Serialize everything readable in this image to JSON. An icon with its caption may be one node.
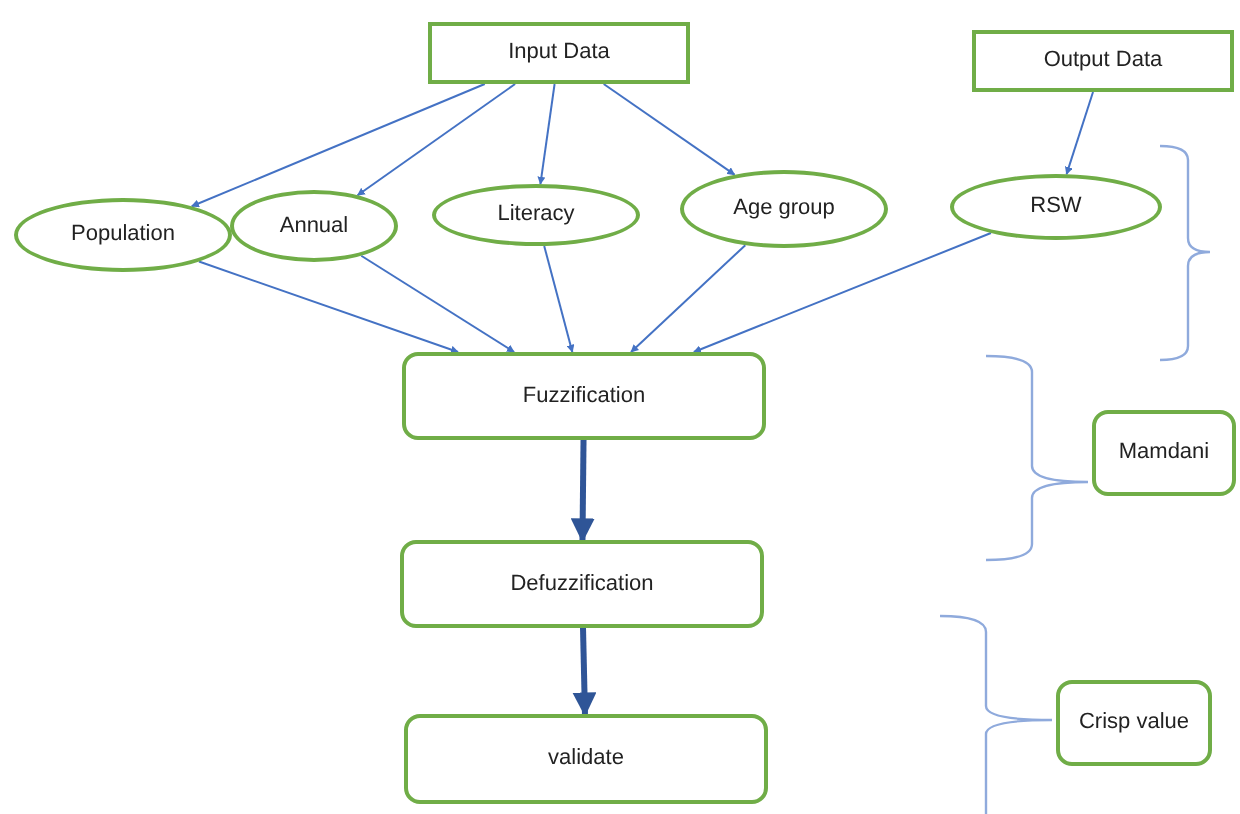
{
  "diagram": {
    "nodes": [
      {
        "text": [
          "Input Data"
        ]
      },
      {
        "text": [
          "Output Data"
        ]
      },
      {
        "text": [
          "Population"
        ]
      },
      {
        "text": [
          "Annual"
        ]
      },
      {
        "text": [
          "Literacy"
        ]
      },
      {
        "text": [
          "Age group"
        ]
      },
      {
        "text": [
          "RSW"
        ]
      },
      {
        "text": [
          "Fuzzification"
        ]
      },
      {
        "text": [
          "Defuzzification"
        ]
      },
      {
        "text": [
          "validate"
        ]
      },
      {
        "text": [
          "Mamdani"
        ]
      },
      {
        "text": [
          "Crisp value"
        ]
      }
    ],
    "edges": [
      {
        "from": 0,
        "to": 2,
        "arrow": "to"
      },
      {
        "from": 0,
        "to": 3,
        "arrow": "to"
      },
      {
        "from": 0,
        "to": 4,
        "arrow": "to"
      },
      {
        "from": 0,
        "to": 5,
        "arrow": "to"
      },
      {
        "from": 1,
        "to": 6,
        "arrow": "to"
      },
      {
        "from": 2,
        "to": 7,
        "arrow": "to"
      },
      {
        "from": 3,
        "to": 7,
        "arrow": "to"
      },
      {
        "from": 4,
        "to": 7,
        "arrow": "to"
      },
      {
        "from": 5,
        "to": 7,
        "arrow": "to"
      },
      {
        "from": 6,
        "to": 7,
        "arrow": "to"
      },
      {
        "from": 7,
        "to": 8,
        "arrow": "to",
        "style": "thick",
        "color": "#2f5597"
      },
      {
        "from": 8,
        "to": 9,
        "arrow": "to",
        "style": "thick",
        "color": "#2f5597"
      }
    ]
  }
}
